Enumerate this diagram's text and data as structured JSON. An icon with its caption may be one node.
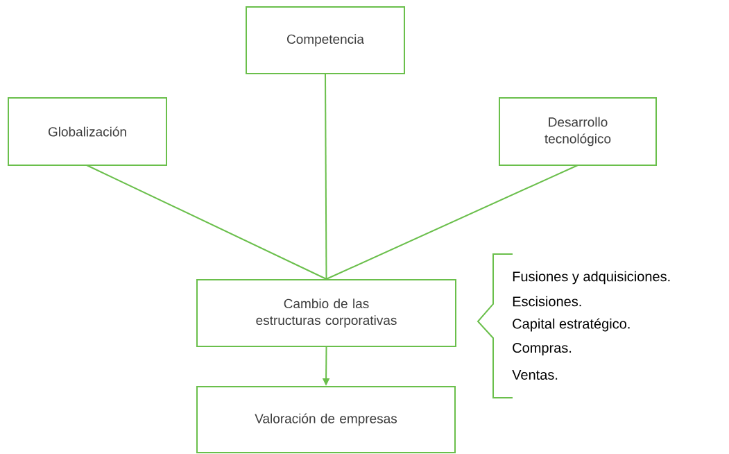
{
  "diagram": {
    "nodes": [
      {
        "text": [
          "Competencia"
        ]
      },
      {
        "text": [
          "Globalización"
        ]
      },
      {
        "text": [
          "Desarrollo tecnológico"
        ]
      },
      {
        "text": [
          "Cambio de las estructuras corporativas"
        ]
      },
      {
        "text": [
          "Valoración de empresas"
        ]
      }
    ],
    "edges": [
      {
        "from": 1,
        "to": 3,
        "arrow": "none"
      },
      {
        "from": 0,
        "to": 3,
        "arrow": "none"
      },
      {
        "from": 2,
        "to": 3,
        "arrow": "none"
      },
      {
        "from": 3,
        "to": 4,
        "arrow": "to"
      }
    ],
    "labels": [
      "Fusiones y adquisiciones.",
      "Escisiones.",
      "Capital estratégico.",
      "Compras.",
      "Ventas."
    ]
  }
}
